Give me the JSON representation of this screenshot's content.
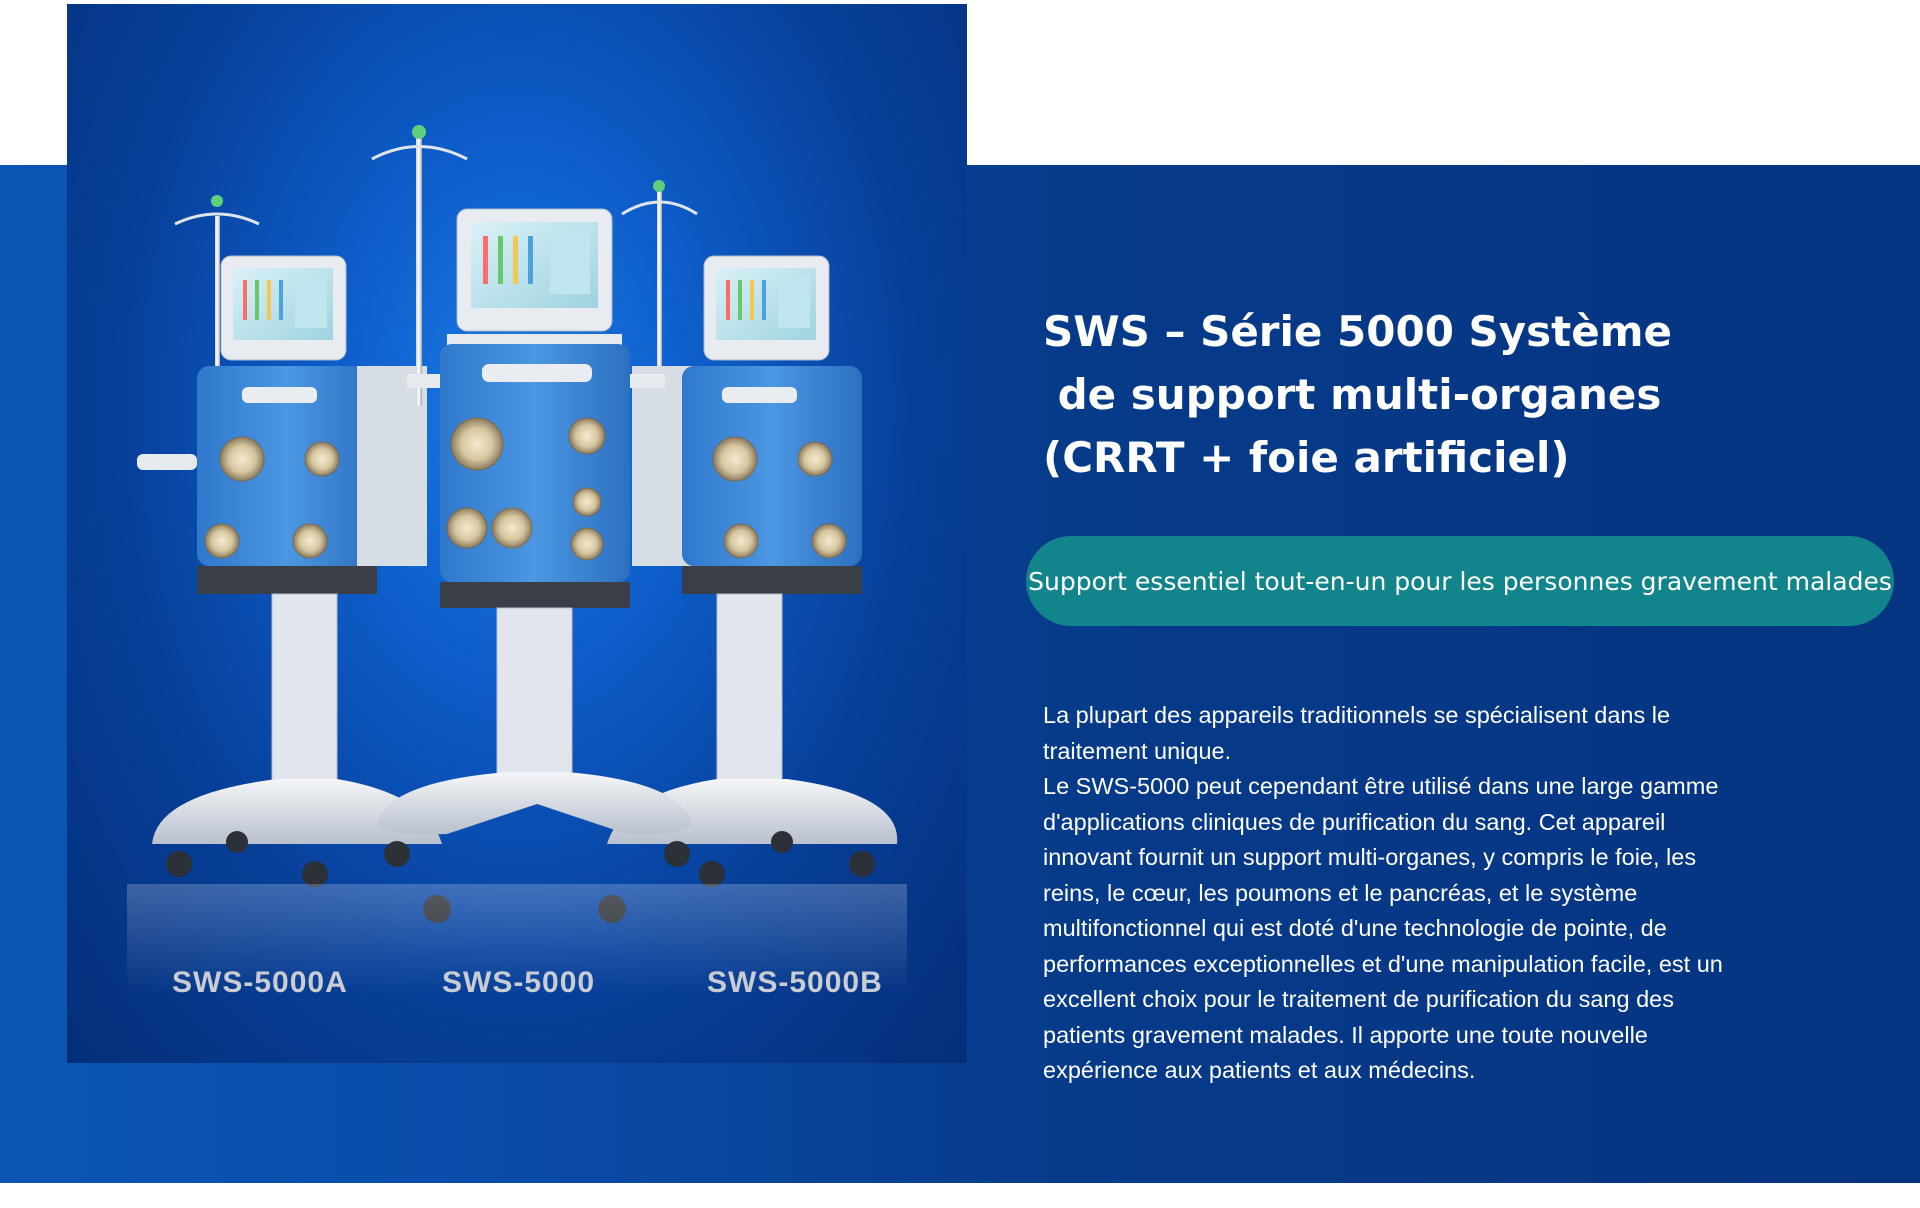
{
  "brand_colors": {
    "band_start": "#0b55b4",
    "band_end": "#053482",
    "pill": "#12848c",
    "device_blue": "#3d88d8",
    "device_white": "#e9ecf1"
  },
  "products": {
    "models": [
      {
        "label": "SWS-5000A"
      },
      {
        "label": "SWS-5000"
      },
      {
        "label": "SWS-5000B"
      }
    ]
  },
  "content": {
    "title_lines": [
      "SWS – Série 5000 Système",
      " de support multi-organes",
      "(CRRT + foie artificiel)"
    ],
    "tagline": "Support essentiel tout-en-un pour les personnes gravement malades",
    "description_lines": [
      "La plupart des appareils traditionnels se spécialisent dans le",
      "traitement unique.",
      "Le SWS-5000 peut cependant être utilisé dans une large gamme",
      "d'applications cliniques de purification du sang. Cet appareil",
      "innovant fournit un support multi-organes, y compris le foie, les",
      "reins, le cœur, les poumons et le pancréas, et le système",
      "multifonctionnel qui est doté d'une technologie de pointe, de",
      "performances exceptionnelles et d'une manipulation facile, est un",
      "excellent choix pour le traitement de purification du sang des",
      "patients gravement malades. Il apporte une toute nouvelle",
      "expérience aux patients et aux médecins."
    ]
  }
}
